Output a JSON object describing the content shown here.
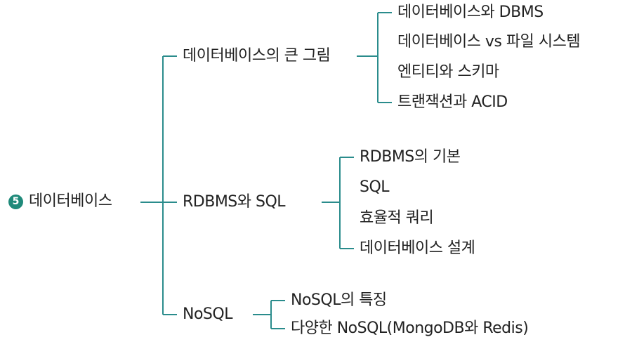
{
  "colors": {
    "line": "#2a8c8c",
    "badge": "#1f8a7a",
    "text": "#222222"
  },
  "root": {
    "number": "5",
    "label": "데이터베이스"
  },
  "branches": [
    {
      "label": "데이터베이스의 큰 그림",
      "children": [
        "데이터베이스와 DBMS",
        "데이터베이스 vs 파일 시스템",
        "엔티티와 스키마",
        "트랜잭션과 ACID"
      ]
    },
    {
      "label": "RDBMS와 SQL",
      "children": [
        "RDBMS의 기본",
        "SQL",
        "효율적 쿼리",
        "데이터베이스 설계"
      ]
    },
    {
      "label": "NoSQL",
      "children": [
        "NoSQL의 특징",
        "다양한 NoSQL(MongoDB와 Redis)"
      ]
    }
  ]
}
